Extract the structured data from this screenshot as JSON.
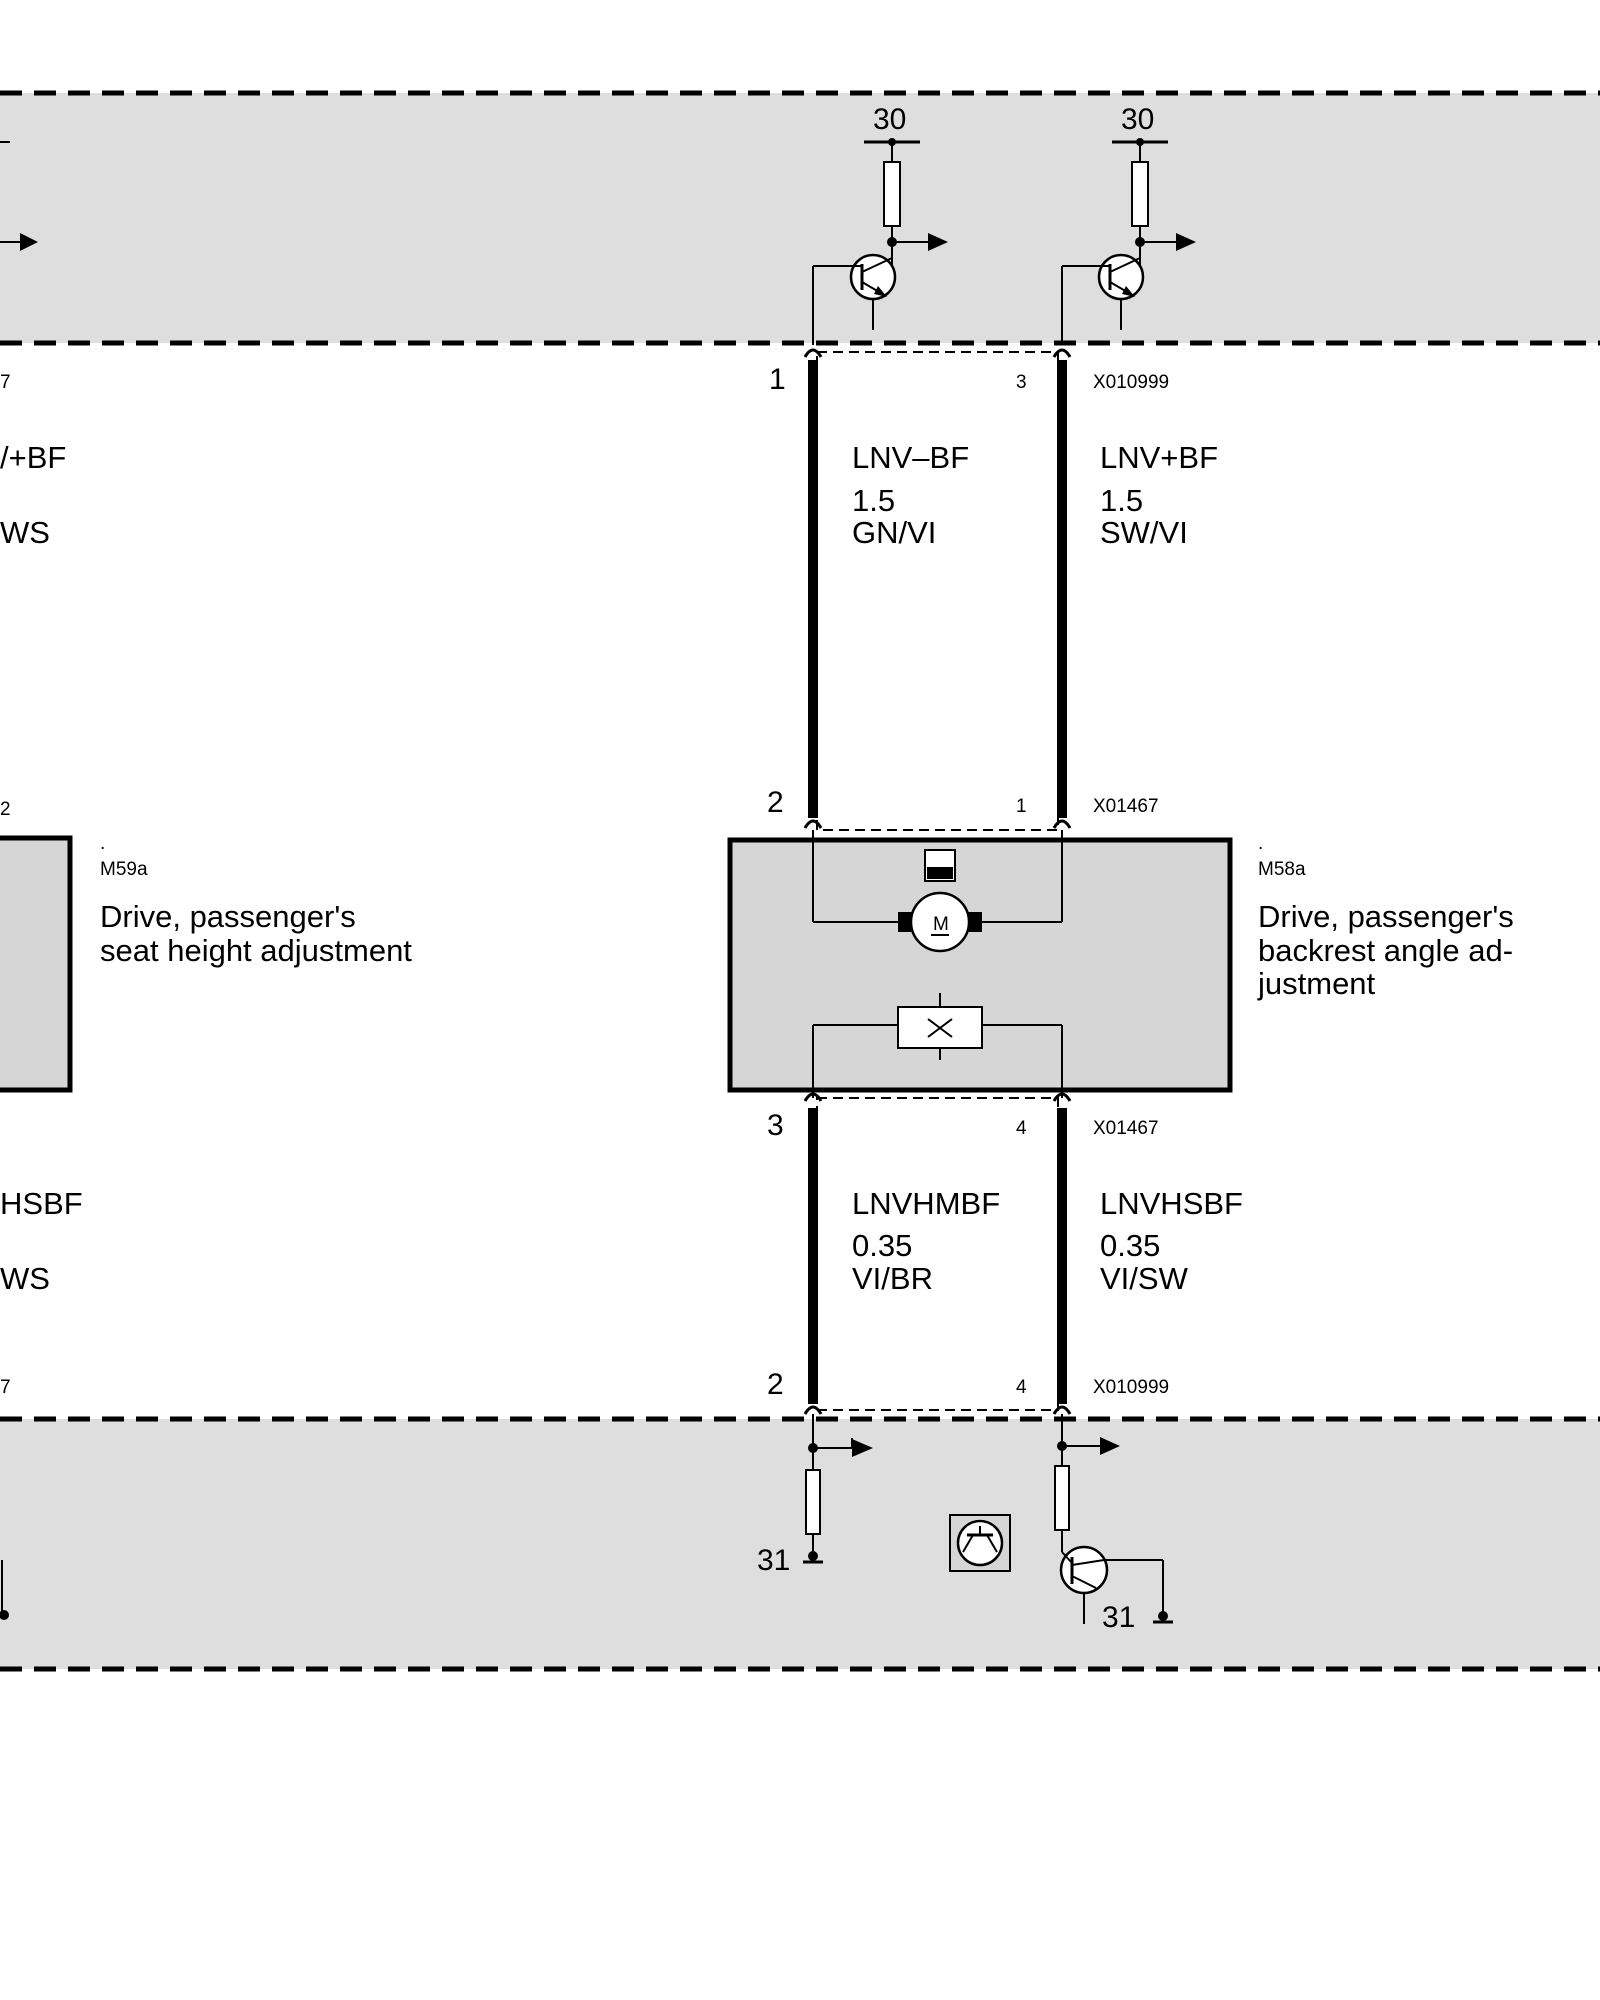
{
  "terminals": {
    "t30": "30",
    "t31": "31"
  },
  "connectors": {
    "x010999": "X010999",
    "x01467": "X01467"
  },
  "pins": {
    "p1": "1",
    "p2": "2",
    "p3": "3",
    "p4": "4"
  },
  "left_partial": {
    "top_code_fragment": "7",
    "wire_top_name": "/+BF",
    "wire_top_color": "WS",
    "mid_pin": "2",
    "wire_bottom_name": "HSBF",
    "wire_bottom_color": "WS",
    "bottom_code_fragment": "7"
  },
  "component_m59a": {
    "dot": ".",
    "code": "M59a",
    "desc_line1": "Drive, passenger's",
    "desc_line2": "seat height adjustment"
  },
  "component_m58a": {
    "dot": ".",
    "code": "M58a",
    "desc_line1": "Drive, passenger's",
    "desc_line2": "backrest angle ad-",
    "desc_line3": "justment",
    "motor_symbol": "M"
  },
  "wires": {
    "upper_left": {
      "name": "LNV–BF",
      "size": "1.5",
      "color": "GN/VI"
    },
    "upper_right": {
      "name": "LNV+BF",
      "size": "1.5",
      "color": "SW/VI"
    },
    "lower_left": {
      "name": "LNVHMBF",
      "size": "0.35",
      "color": "VI/BR"
    },
    "lower_right": {
      "name": "LNVHSBF",
      "size": "0.35",
      "color": "VI/SW"
    }
  },
  "colors": {
    "module_fill": "#dedede",
    "component_fill": "#d6d6d6",
    "line": "#000000"
  }
}
